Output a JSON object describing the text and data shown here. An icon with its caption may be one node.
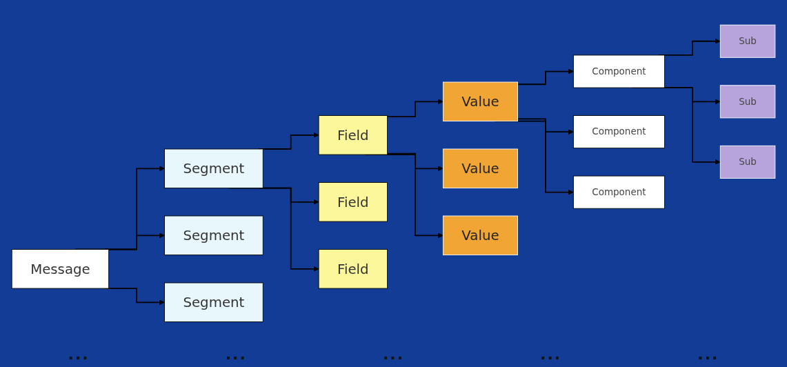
{
  "diagram": {
    "nodes": [
      {
        "text": [
          "Message"
        ]
      },
      {
        "text": [
          "Segment"
        ]
      },
      {
        "text": [
          "Segment"
        ]
      },
      {
        "text": [
          "Segment"
        ]
      },
      {
        "text": [
          "Field"
        ]
      },
      {
        "text": [
          "Field"
        ]
      },
      {
        "text": [
          "Field"
        ]
      },
      {
        "text": [
          "Value"
        ]
      },
      {
        "text": [
          "Value"
        ]
      },
      {
        "text": [
          "Value"
        ]
      },
      {
        "text": [
          "Component"
        ]
      },
      {
        "text": [
          "Component"
        ]
      },
      {
        "text": [
          "Component"
        ]
      },
      {
        "text": [
          "Sub"
        ]
      },
      {
        "text": [
          "Sub"
        ]
      },
      {
        "text": [
          "Sub"
        ]
      }
    ],
    "edges": [
      {
        "from": 0,
        "to": 1,
        "arrow": "to"
      },
      {
        "from": 0,
        "to": 2,
        "arrow": "to"
      },
      {
        "from": 0,
        "to": 3,
        "arrow": "to"
      },
      {
        "from": 1,
        "to": 4,
        "arrow": "to"
      },
      {
        "from": 1,
        "to": 5,
        "arrow": "to"
      },
      {
        "from": 1,
        "to": 6,
        "arrow": "to"
      },
      {
        "from": 4,
        "to": 7,
        "arrow": "to"
      },
      {
        "from": 4,
        "to": 8,
        "arrow": "to"
      },
      {
        "from": 4,
        "to": 9,
        "arrow": "to"
      },
      {
        "from": 7,
        "to": 10,
        "arrow": "to"
      },
      {
        "from": 7,
        "to": 11,
        "arrow": "to"
      },
      {
        "from": 7,
        "to": 12,
        "arrow": "to"
      },
      {
        "from": 10,
        "to": 13,
        "arrow": "to"
      },
      {
        "from": 10,
        "to": 14,
        "arrow": "to"
      },
      {
        "from": 10,
        "to": 15,
        "arrow": "to"
      }
    ],
    "labels": [
      "...",
      "...",
      "...",
      "...",
      "..."
    ]
  }
}
